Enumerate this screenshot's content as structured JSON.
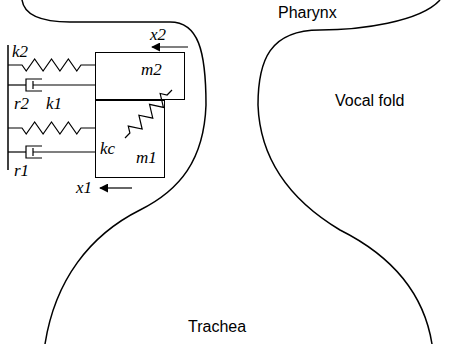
{
  "diagram": {
    "nodes": [
      {
        "text": [
          "m2"
        ]
      },
      {
        "text": [
          "m1"
        ]
      }
    ],
    "labels": [
      "Pharynx",
      "x2",
      "k2",
      "r2",
      "k1",
      "kc",
      "r1",
      "x1",
      "Vocal fold",
      "Trachea"
    ]
  }
}
